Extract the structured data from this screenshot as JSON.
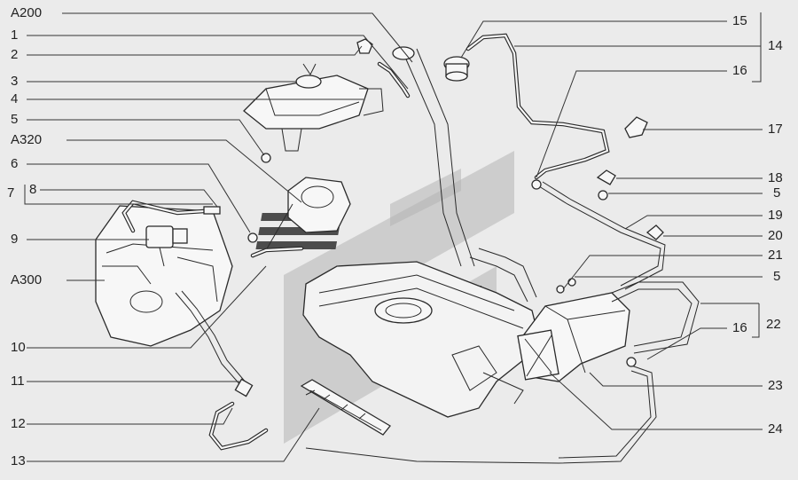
{
  "diagram": {
    "left_labels": [
      {
        "id": "A200",
        "text": "A200"
      },
      {
        "id": "1",
        "text": "1"
      },
      {
        "id": "2",
        "text": "2"
      },
      {
        "id": "3",
        "text": "3"
      },
      {
        "id": "4",
        "text": "4"
      },
      {
        "id": "5a",
        "text": "5"
      },
      {
        "id": "A320",
        "text": "A320"
      },
      {
        "id": "6",
        "text": "6"
      },
      {
        "id": "7",
        "text": "7"
      },
      {
        "id": "8",
        "text": "8"
      },
      {
        "id": "9",
        "text": "9"
      },
      {
        "id": "A300",
        "text": "A300"
      },
      {
        "id": "10",
        "text": "10"
      },
      {
        "id": "11",
        "text": "11"
      },
      {
        "id": "12",
        "text": "12"
      },
      {
        "id": "13",
        "text": "13"
      }
    ],
    "right_labels": [
      {
        "id": "15",
        "text": "15"
      },
      {
        "id": "14",
        "text": "14"
      },
      {
        "id": "16a",
        "text": "16"
      },
      {
        "id": "17",
        "text": "17"
      },
      {
        "id": "18",
        "text": "18"
      },
      {
        "id": "5b",
        "text": "5"
      },
      {
        "id": "19",
        "text": "19"
      },
      {
        "id": "20",
        "text": "20"
      },
      {
        "id": "21",
        "text": "21"
      },
      {
        "id": "5c",
        "text": "5"
      },
      {
        "id": "22",
        "text": "22"
      },
      {
        "id": "16b",
        "text": "16"
      },
      {
        "id": "23",
        "text": "23"
      },
      {
        "id": "24",
        "text": "24"
      }
    ]
  }
}
